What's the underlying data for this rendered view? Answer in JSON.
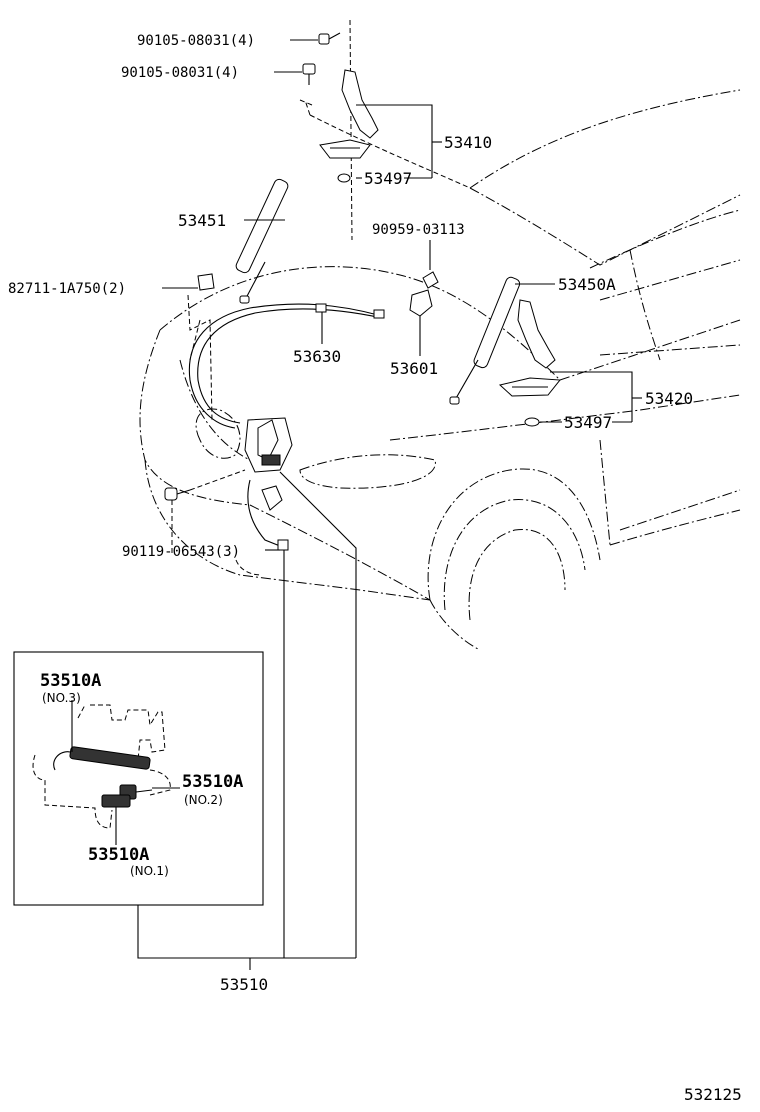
{
  "labels": {
    "bolt_upper": "90105-08031(4)",
    "bolt_lower": "90105-08031(4)",
    "hinge_left": "53410",
    "cushion_left": "53497",
    "support_left": "53451",
    "clip_top": "90959-03113",
    "clamp": "82711-1A750(2)",
    "support_right": "53450A",
    "cable": "53630",
    "bracket": "53601",
    "hinge_right": "53420",
    "cushion_right": "53497",
    "screw": "90119-06543(3)",
    "lock_assy": "53510",
    "inset_no3": "53510A",
    "inset_no3_sub": "(NO.3)",
    "inset_no2": "53510A",
    "inset_no2_sub": "(NO.2)",
    "inset_no1": "53510A",
    "inset_no1_sub": "(NO.1)",
    "diagram_code": "532125"
  }
}
